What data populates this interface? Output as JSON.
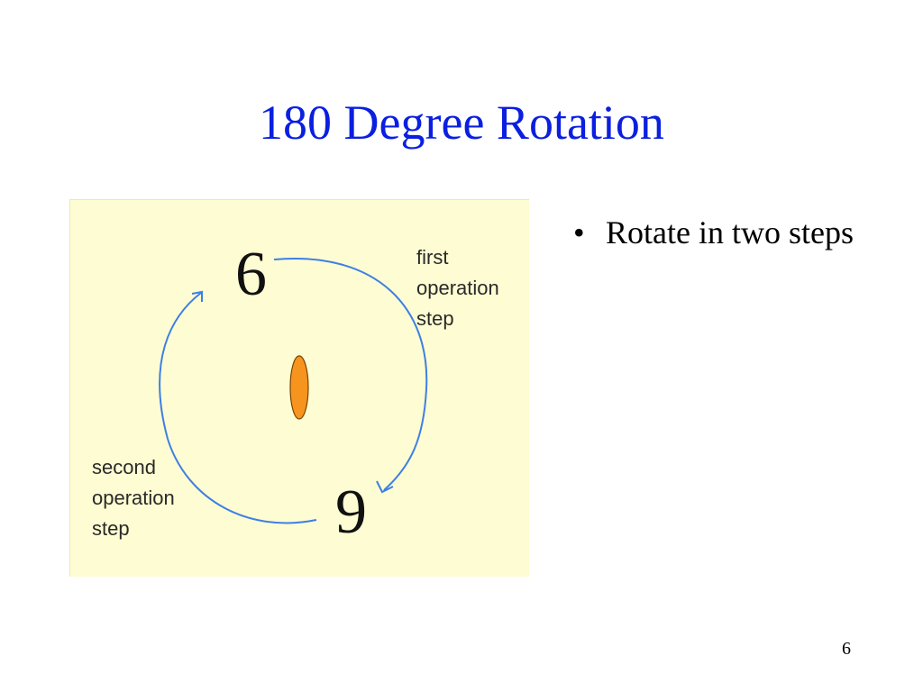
{
  "slide": {
    "title": "180 Degree Rotation",
    "page_number": "6"
  },
  "figure": {
    "top_digit": "6",
    "bottom_digit": "9",
    "first_step_label": "first\noperation\nstep",
    "second_step_label": "second\noperation\nstep",
    "colors": {
      "background": "#fefcd2",
      "arrow": "#3d7fe6",
      "center_pivot": "#f7941d"
    }
  },
  "bullets": [
    {
      "text": "Rotate in two steps"
    }
  ]
}
